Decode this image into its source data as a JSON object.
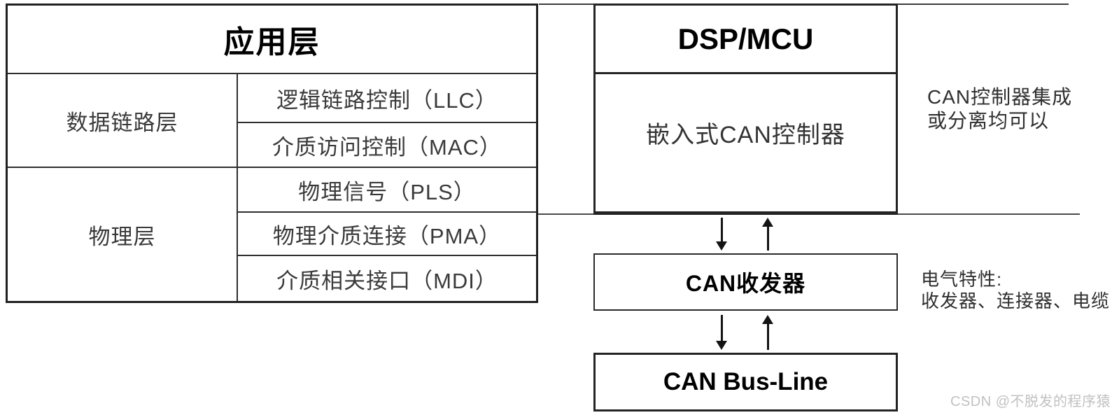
{
  "osi_table": {
    "header": "应用层",
    "data_link": {
      "label": "数据链路层",
      "rows": [
        "逻辑链路控制（LLC）",
        "介质访问控制（MAC）"
      ]
    },
    "physical": {
      "label": "物理层",
      "rows": [
        "物理信号（PLS）",
        "物理介质连接（PMA）",
        "介质相关接口（MDI）"
      ]
    }
  },
  "hardware": {
    "dsp_title": "DSP/MCU",
    "dsp_body": "嵌入式CAN控制器",
    "transceiver": "CAN收发器",
    "bus": "CAN Bus-Line"
  },
  "annotations": {
    "controller_note": {
      "line1": "CAN控制器集成",
      "line2": "或分离均可以"
    },
    "electrical_note": {
      "line1": "电气特性:",
      "line2": "收发器、连接器、电缆"
    }
  },
  "watermark": "CSDN @不脱发的程序猿",
  "colors": {
    "background": "#ffffff",
    "line": "#2e2e2e",
    "text": "#333333",
    "bold_text": "#000000",
    "watermark": "#c2c1c1"
  }
}
